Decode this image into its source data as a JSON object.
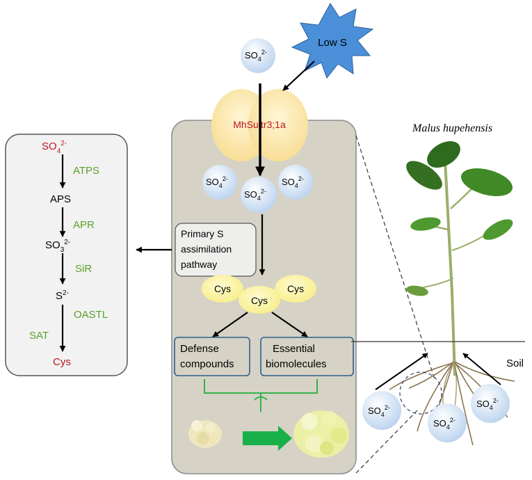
{
  "stress": {
    "label": "Low S"
  },
  "ions": {
    "sulfate_base": "SO",
    "sulfate_sub": "4",
    "sulfate_sup": "2-"
  },
  "transporter": {
    "label": "MhSultr3;1a"
  },
  "pathway_box": {
    "line1": "Primary S",
    "line2": "assimilation",
    "line3": "pathway"
  },
  "cys": {
    "label": "Cys"
  },
  "outputs": {
    "defense_line1": "Defense",
    "defense_line2": "compounds",
    "essential_line1": "Essential",
    "essential_line2": "biomolecules"
  },
  "left_panel": {
    "start_base": "SO",
    "start_sub": "4",
    "start_sup": "2-",
    "enzyme1": "ATPS",
    "aps": "APS",
    "enzyme2": "APR",
    "sulfite_base": "SO",
    "sulfite_sub": "3",
    "sulfite_sup": "2-",
    "enzyme3": "SiR",
    "sulfide_base": "S",
    "sulfide_sup": "2-",
    "enzyme4": "OASTL",
    "enzyme5": "SAT",
    "end": "Cys"
  },
  "plant": {
    "species": "Malus hupehensis",
    "soil_label": "Soil"
  },
  "colors": {
    "red_text": "#c0141c",
    "green_text": "#5aa02c",
    "cell_fill": "#d6d2c6",
    "panel_fill": "#f2f2f2",
    "star_fill": "#4a8fd8",
    "bubble_fill": "#c6daf0",
    "cys_fill": "#fbf39a",
    "transporter_fill": "#fbe7a6",
    "big_arrow": "#19b04a",
    "box_border": "#2f5e8c"
  }
}
